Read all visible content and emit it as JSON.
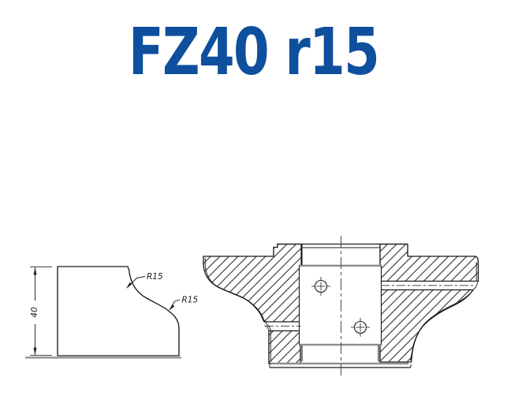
{
  "title": "FZ40 r15",
  "colors": {
    "title_blue": "#0E4F9E",
    "drawing_line": "#1b1b1b",
    "shadow_gray": "#8f8f8f"
  },
  "profile_view": {
    "height_dimension": "40",
    "radius_label_top": "R15",
    "radius_label_bottom": "R15"
  }
}
